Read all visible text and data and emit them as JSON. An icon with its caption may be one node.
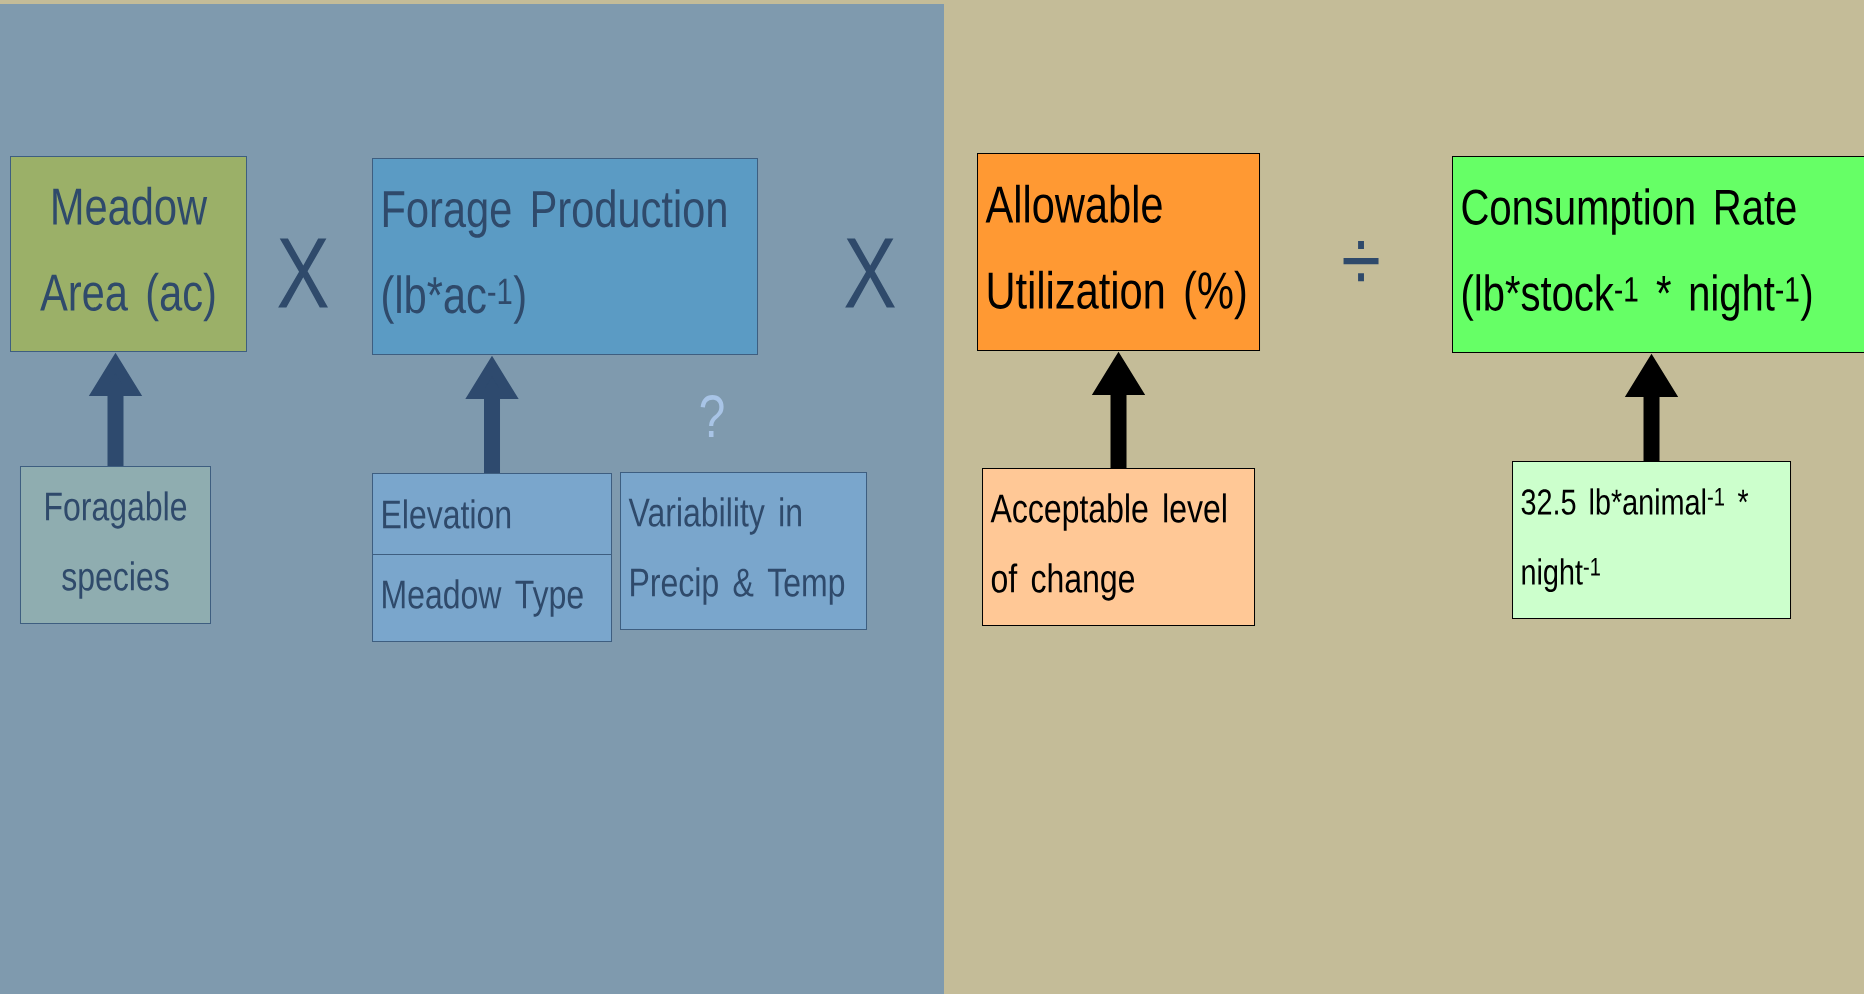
{
  "diagram": {
    "nodes": [
      {
        "text": [
          "Meadow Area (ac)"
        ]
      },
      {
        "text": [
          "Forage Production (lb*ac$^{-1}$)"
        ]
      },
      {
        "text": [
          "Allowable Utilization (%)"
        ]
      },
      {
        "text": [
          "Consumption Rate (lb*stock$^{-1}$ * night$^{-1}$)"
        ]
      },
      {
        "text": [
          "Foragable species"
        ]
      },
      {
        "text": [
          "Elevation"
        ]
      },
      {
        "text": [
          "Meadow Type"
        ]
      },
      {
        "text": [
          "Variability in Precip & Temp"
        ]
      },
      {
        "text": [
          "Acceptable level of change"
        ]
      },
      {
        "text": [
          "32.5 lb*animal$^{-1}$ * night$^{-1}$"
        ]
      }
    ],
    "edges": [
      {
        "from": 4,
        "to": 0,
        "arrow": "to",
        "color": "#2e4a6e"
      },
      {
        "from": 5,
        "to": 1,
        "arrow": "to",
        "color": "#2e4a6e"
      },
      {
        "from": 8,
        "to": 2,
        "arrow": "to",
        "color": "#000000"
      },
      {
        "from": 9,
        "to": 3,
        "arrow": "to",
        "color": "#000000"
      }
    ],
    "labels": [
      "X",
      "X",
      "÷",
      "?"
    ]
  }
}
